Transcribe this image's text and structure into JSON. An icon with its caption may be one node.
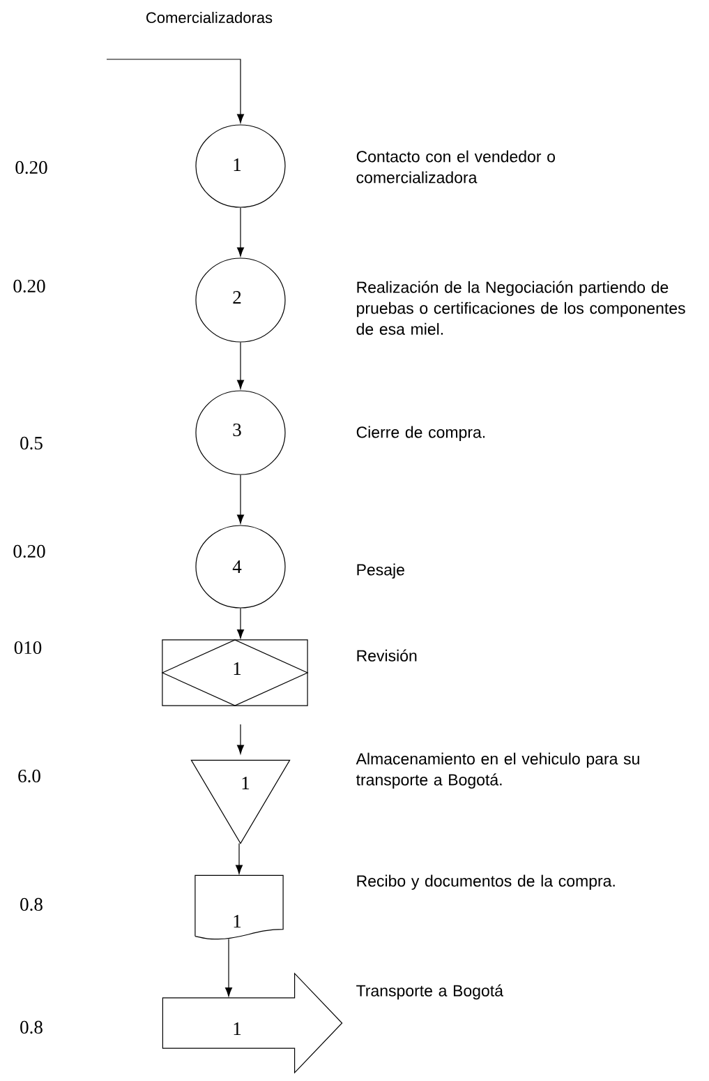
{
  "diagram": {
    "nodes": [
      {
        "text": [
          "1"
        ]
      },
      {
        "text": [
          "2"
        ]
      },
      {
        "text": [
          "3"
        ]
      },
      {
        "text": [
          "4"
        ]
      },
      {
        "text": [
          "1"
        ]
      },
      {
        "text": [
          "1"
        ]
      },
      {
        "text": [
          "1"
        ]
      },
      {
        "text": [
          "1"
        ]
      }
    ],
    "edges": [
      {
        "from": null,
        "to": 0,
        "arrow": "to",
        "label": "Comercializadoras"
      },
      {
        "from": 0,
        "to": 1,
        "arrow": "to"
      },
      {
        "from": 1,
        "to": 2,
        "arrow": "to"
      },
      {
        "from": 2,
        "to": 3,
        "arrow": "to"
      },
      {
        "from": 3,
        "to": 4,
        "arrow": "to"
      },
      {
        "from": 4,
        "to": 5,
        "arrow": "to"
      },
      {
        "from": 5,
        "to": 6,
        "arrow": "to"
      },
      {
        "from": 6,
        "to": 7,
        "arrow": "to"
      }
    ],
    "labels": [
      "0.20",
      "Contacto con el vendedor o comercializadora",
      "0.20",
      "Realización de la Negociación partiendo de pruebas o certificaciones de los componentes de esa miel.",
      "0.5",
      "Cierre de compra.",
      "0.20",
      "Pesaje",
      "010",
      "Revisión",
      "6.0",
      "Almacenamiento en el vehiculo para su transporte a Bogotá.",
      "0.8",
      "Recibo y documentos de la compra.",
      "0.8",
      "Transporte a Bogotá"
    ]
  }
}
